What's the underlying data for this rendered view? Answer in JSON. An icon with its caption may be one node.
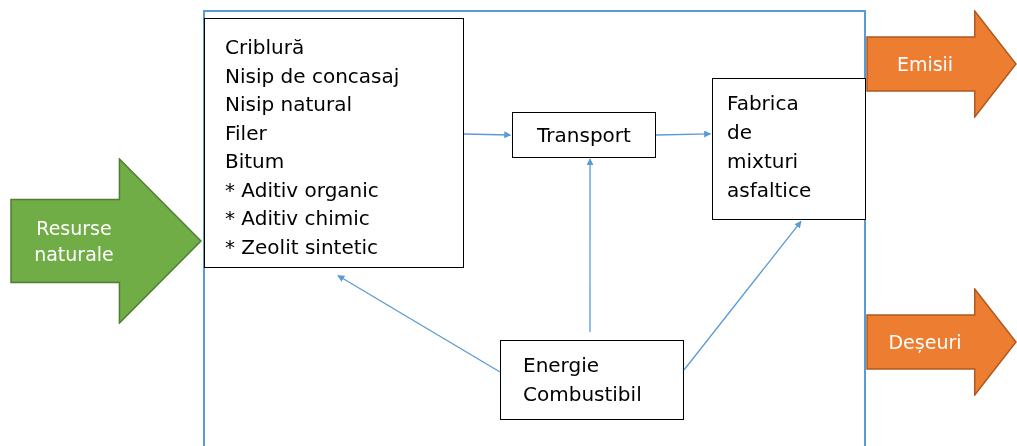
{
  "diagram": {
    "nodes": [
      {
        "text": [],
        "shape": "box"
      },
      {
        "text": [
          "Criblură",
          "Nisip de concasaj",
          "Nisip natural",
          "Filer",
          "Bitum",
          "* Aditiv organic",
          "* Aditiv chimic",
          "* Zeolit sintetic"
        ],
        "in": 0
      },
      {
        "text": [
          "Transport"
        ],
        "in": 0
      },
      {
        "text": [
          "Fabrica de mixturi asfaltice"
        ],
        "in": 0
      },
      {
        "text": [
          "Energie",
          "Combustibil"
        ],
        "in": 0
      },
      {
        "text": [
          "Resurse naturale"
        ]
      },
      {
        "text": [
          "Emisii"
        ]
      },
      {
        "text": [
          "Deșeuri"
        ]
      }
    ],
    "edges": [
      {
        "from": 1,
        "to": 2,
        "arrow": "to"
      },
      {
        "from": 2,
        "to": 3,
        "arrow": "to"
      },
      {
        "from": 4,
        "to": 2,
        "arrow": "to"
      },
      {
        "from": 4,
        "to": 1,
        "arrow": "to"
      },
      {
        "from": 4,
        "to": 3,
        "arrow": "to"
      }
    ]
  }
}
